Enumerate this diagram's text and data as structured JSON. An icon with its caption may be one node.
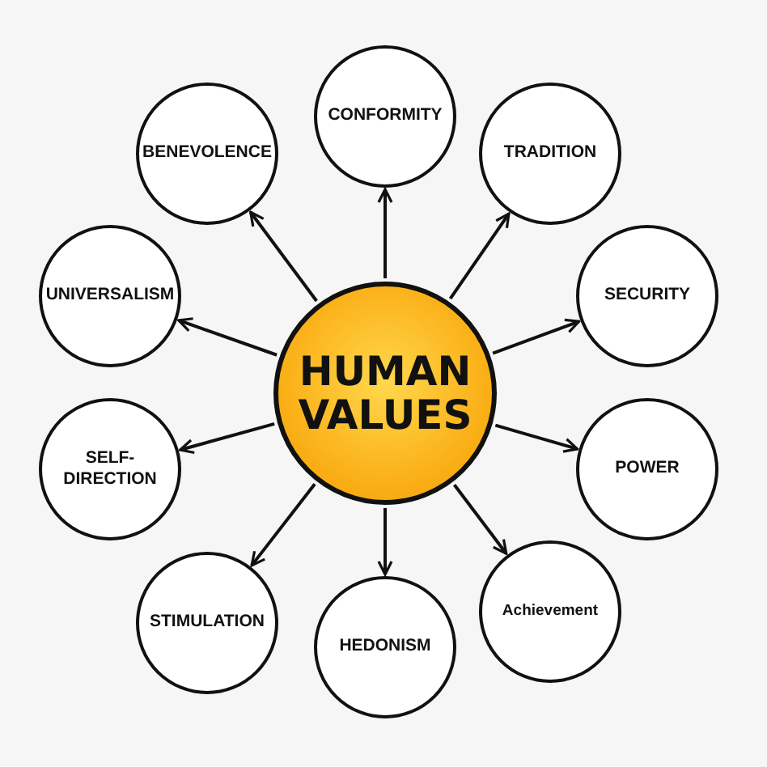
{
  "diagram": {
    "nodes": [
      {
        "text": [
          "HUMAN VALUES"
        ]
      },
      {
        "text": [
          "CONFORMITY"
        ]
      },
      {
        "text": [
          "TRADITION"
        ]
      },
      {
        "text": [
          "SECURITY"
        ]
      },
      {
        "text": [
          "POWER"
        ]
      },
      {
        "text": [
          "Achievement"
        ]
      },
      {
        "text": [
          "HEDONISM"
        ]
      },
      {
        "text": [
          "STIMULATION"
        ]
      },
      {
        "text": [
          "SELF-DIRECTION"
        ]
      },
      {
        "text": [
          "UNIVERSALISM"
        ]
      },
      {
        "text": [
          "BENEVOLENCE"
        ]
      }
    ],
    "edges": [
      {
        "from": 0,
        "to": 1,
        "arrow": "to"
      },
      {
        "from": 0,
        "to": 2,
        "arrow": "to"
      },
      {
        "from": 0,
        "to": 3,
        "arrow": "to"
      },
      {
        "from": 0,
        "to": 4,
        "arrow": "to"
      },
      {
        "from": 0,
        "to": 5,
        "arrow": "to"
      },
      {
        "from": 0,
        "to": 6,
        "arrow": "to"
      },
      {
        "from": 0,
        "to": 7,
        "arrow": "to"
      },
      {
        "from": 0,
        "to": 8,
        "arrow": "to"
      },
      {
        "from": 0,
        "to": 9,
        "arrow": "to"
      },
      {
        "from": 0,
        "to": 10,
        "arrow": "to"
      }
    ]
  }
}
